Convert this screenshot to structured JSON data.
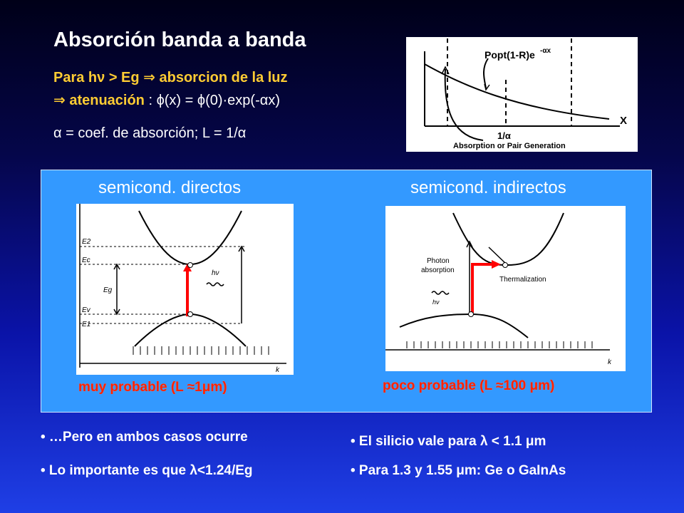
{
  "title": "Absorción banda a banda",
  "intro": {
    "line1": "Para hν > Eg ⇒ absorcion de la luz",
    "line2_keyword": "⇒ atenuación",
    "line2_formula": ": ϕ(x) = ϕ(0)·exp(-αx)",
    "line3": "α = coef. de absorción;  L = 1/α"
  },
  "top_figure": {
    "formula": "Popt(1-R)e",
    "formula_exp": "-αx",
    "x_label": "1/α",
    "axis_label": "X",
    "bottom_label": "Absorption or Pair Generation"
  },
  "panel": {
    "left_heading": "semicond. directos",
    "right_heading": "semicond. indirectos",
    "left_caption": "muy probable (L ≈1μm)",
    "right_caption": "poco probable (L ≈100 μm)",
    "direct_labels": {
      "e2": "E2",
      "ec": "Ec",
      "eg": "Eg",
      "ev": "Ev",
      "e1": "E1",
      "hv": "hν",
      "k": "k"
    },
    "indirect_labels": {
      "photon": "Photon",
      "absorption": "absorption",
      "hv": "hν",
      "thermalization": "Thermalization",
      "k": "k"
    }
  },
  "bullets_left": [
    "• …Pero en ambos casos ocurre",
    "• Lo importante es que λ<1.24/Eg"
  ],
  "bullets_right": [
    "• El silicio vale para λ < 1.1 μm",
    "• Para 1.3 y 1.55 μm:  Ge o GaInAs"
  ],
  "colors": {
    "accent_yellow": "#ffcc33",
    "arrow_red": "#ff0000",
    "panel_blue": "#3399ff"
  }
}
